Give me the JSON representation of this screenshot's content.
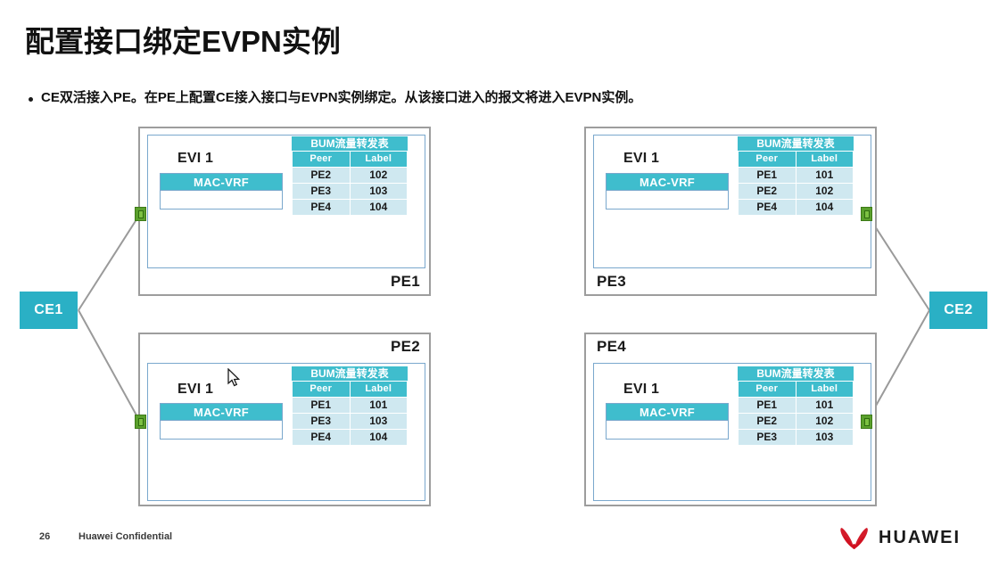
{
  "slide": {
    "title": "配置接口绑定EVPN实例",
    "bullet": "CE双活接入PE。在PE上配置CE接入接口与EVPN实例绑定。从该接口进入的报文将进入EVPN实例。"
  },
  "colors": {
    "teal": "#3fbdcd",
    "ce_teal": "#2ab0c5",
    "table_row": "#cfe8f0",
    "box_border": "#9d9d9d",
    "inner_border": "#7aa8cd",
    "iface_green": "#5aa02c",
    "logo_red": "#d10f1f"
  },
  "labels": {
    "evi": "EVI 1",
    "macvrf": "MAC-VRF",
    "bum_title": "BUM流量转发表",
    "col_peer": "Peer",
    "col_label": "Label"
  },
  "devices": {
    "ce_left": "CE1",
    "ce_right": "CE2"
  },
  "pe_nodes": [
    {
      "id": "pe1",
      "name": "PE1",
      "label_pos": "bottom-right",
      "evi": "EVI 1",
      "macvrf": "MAC-VRF",
      "table": {
        "title": "BUM流量转发表",
        "columns": [
          "Peer",
          "Label"
        ],
        "rows": [
          [
            "PE2",
            "102"
          ],
          [
            "PE3",
            "103"
          ],
          [
            "PE4",
            "104"
          ]
        ]
      }
    },
    {
      "id": "pe3",
      "name": "PE3",
      "label_pos": "bottom-left",
      "evi": "EVI 1",
      "macvrf": "MAC-VRF",
      "table": {
        "title": "BUM流量转发表",
        "columns": [
          "Peer",
          "Label"
        ],
        "rows": [
          [
            "PE1",
            "101"
          ],
          [
            "PE2",
            "102"
          ],
          [
            "PE4",
            "104"
          ]
        ]
      }
    },
    {
      "id": "pe2",
      "name": "PE2",
      "label_pos": "top-right",
      "evi": "EVI 1",
      "macvrf": "MAC-VRF",
      "table": {
        "title": "BUM流量转发表",
        "columns": [
          "Peer",
          "Label"
        ],
        "rows": [
          [
            "PE1",
            "101"
          ],
          [
            "PE3",
            "103"
          ],
          [
            "PE4",
            "104"
          ]
        ]
      }
    },
    {
      "id": "pe4",
      "name": "PE4",
      "label_pos": "top-left",
      "evi": "EVI 1",
      "macvrf": "MAC-VRF",
      "table": {
        "title": "BUM流量转发表",
        "columns": [
          "Peer",
          "Label"
        ],
        "rows": [
          [
            "PE1",
            "101"
          ],
          [
            "PE2",
            "102"
          ],
          [
            "PE3",
            "103"
          ]
        ]
      }
    }
  ],
  "footer": {
    "page_number": "26",
    "confidential": "Huawei Confidential",
    "brand": "HUAWEI"
  }
}
